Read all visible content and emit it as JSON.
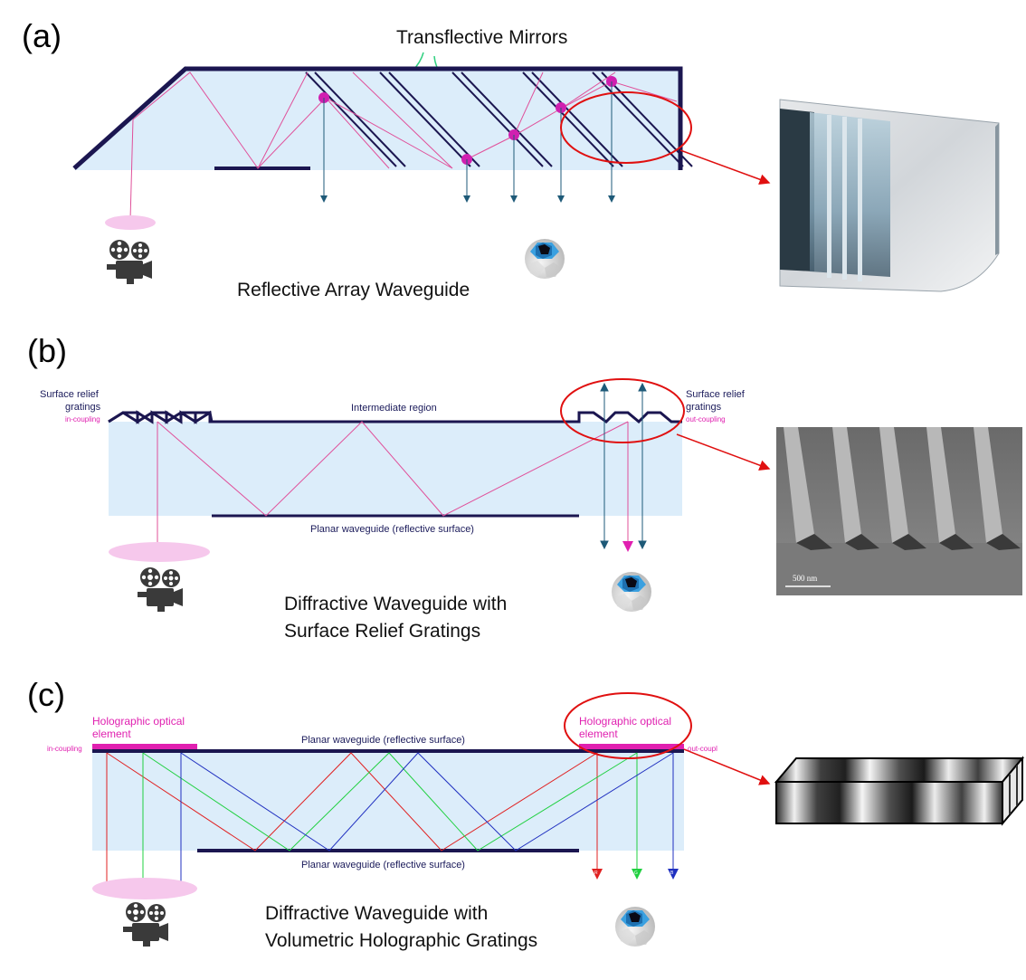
{
  "panel_a": {
    "letter": "(a)",
    "mirrors_label": "Transflective Mirrors",
    "caption": "Reflective Array Waveguide"
  },
  "panel_b": {
    "letter": "(b)",
    "in_grating_label_1": "Surface relief",
    "in_grating_label_2": "gratings",
    "in_coupling": "in-coupling",
    "out_grating_label_1": "Surface relief",
    "out_grating_label_2": "gratings",
    "out_coupling": "out-coupling",
    "intermediate": "Intermediate region",
    "bottom_surface": "Planar waveguide (reflective surface)",
    "caption_1": "Diffractive Waveguide with",
    "caption_2": "Surface Relief Gratings",
    "scale_bar": "500 nm"
  },
  "panel_c": {
    "letter": "(c)",
    "in_hoe_1": "Holographic optical",
    "in_hoe_2": "element",
    "in_coupling": "in-coupling",
    "out_hoe_1": "Holographic optical",
    "out_hoe_2": "element",
    "out_coupling": "out-coupl",
    "top_surface": "Planar waveguide (reflective surface)",
    "bottom_surface": "Planar waveguide (reflective surface)",
    "caption_1": "Diffractive Waveguide with",
    "caption_2": "Volumetric Holographic Gratings",
    "rgb": [
      "R",
      "G",
      "B"
    ]
  },
  "icons": [
    "film-camera-icon",
    "eyeball-icon"
  ],
  "colors": {
    "waveguide_fill": "#dcedfa",
    "outline": "#1b1650",
    "ray_pink": "#e0509a",
    "arrow_teal": "#1e5a78",
    "highlight_red": "#e01010",
    "ray_red": "#e02020",
    "ray_green": "#20d040",
    "ray_blue": "#2030c0"
  }
}
